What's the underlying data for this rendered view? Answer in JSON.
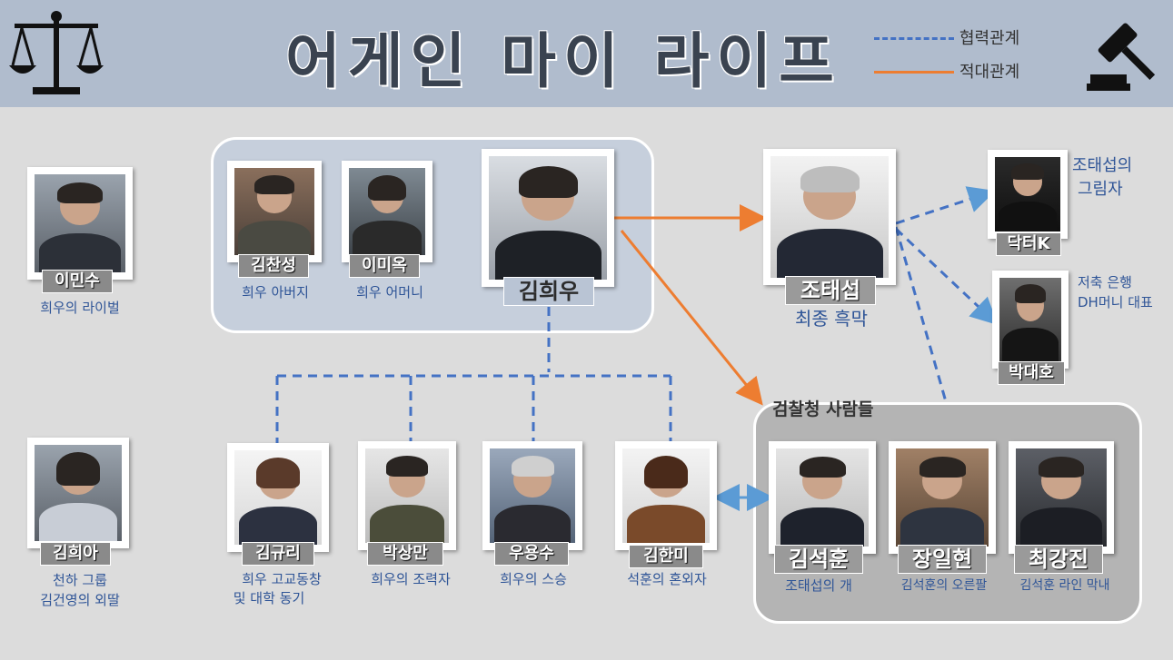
{
  "title": "어게인 마이 라이프",
  "legend": {
    "cooperation": "협력관계",
    "hostile": "적대관계"
  },
  "colors": {
    "cooperation": "#4472c4",
    "hostile": "#ed7d31",
    "caption": "#2f5597"
  },
  "icons": {
    "left": "scales-icon",
    "right": "gavel-icon"
  },
  "group_label_prosecutors": "검찰청 사람들",
  "people": {
    "lee_minsu": {
      "name": "이민수",
      "caption": "희우의 라이벌"
    },
    "kim_hee": {
      "name": "김희아",
      "caption_line1": "천하 그룹",
      "caption_line2": "김건영의 외딸"
    },
    "kim_chanseong": {
      "name": "김찬성",
      "caption": "희우 아버지"
    },
    "lee_miok": {
      "name": "이미옥",
      "caption": "희우 어머니"
    },
    "kim_heewoo": {
      "name": "김희우"
    },
    "jo_taeseop": {
      "name": "조태섭",
      "caption": "최종 흑막"
    },
    "doctor_k": {
      "name": "닥터K",
      "caption_line1": "조태섭의",
      "caption_line2": "그림자"
    },
    "park_daeho": {
      "name": "박대호",
      "caption_line1": "저축 은행",
      "caption_line2": "DH머니 대표"
    },
    "kim_gyuri": {
      "name": "김규리",
      "caption_line1": "희우 고교동창",
      "caption_line2": "및 대학 동기"
    },
    "park_sangman": {
      "name": "박상만",
      "caption": "희우의 조력자"
    },
    "woo_yongsu": {
      "name": "우용수",
      "caption": "희우의 스승"
    },
    "kim_hanmi": {
      "name": "김한미",
      "caption": "석훈의 혼외자"
    },
    "kim_seokhoon": {
      "name": "김석훈",
      "caption": "조태섭의 개"
    },
    "jang_ilhyeon": {
      "name": "장일현",
      "caption": "김석훈의 오른팔"
    },
    "choi_kangjin": {
      "name": "최강진",
      "caption": "김석훈 라인 막내"
    }
  }
}
